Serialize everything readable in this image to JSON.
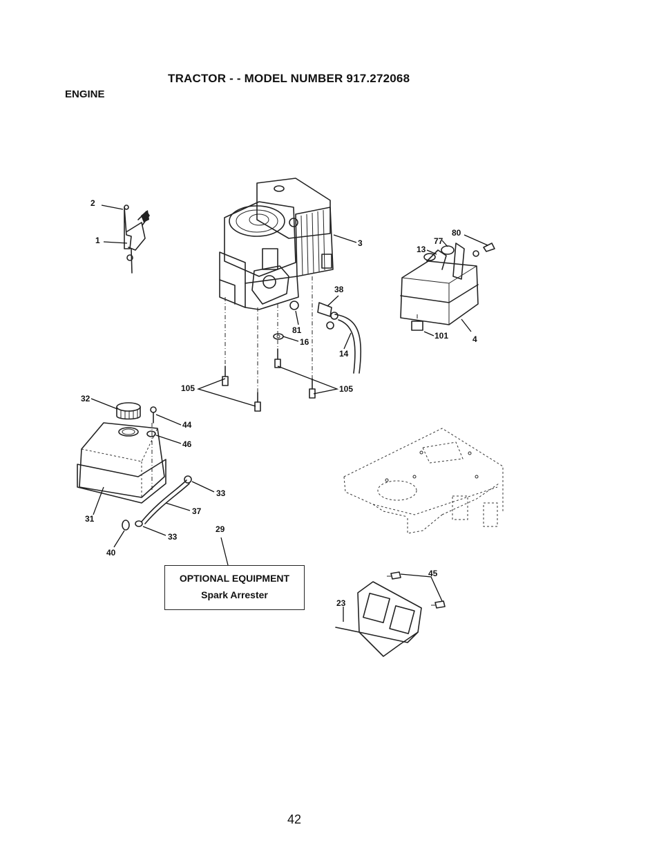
{
  "header": {
    "title": "TRACTOR - - MODEL NUMBER 917.272068",
    "section": "ENGINE"
  },
  "callouts": {
    "c1": "1",
    "c2": "2",
    "c3": "3",
    "c4": "4",
    "c13": "13",
    "c14": "14",
    "c16": "16",
    "c23": "23",
    "c29": "29",
    "c31": "31",
    "c32": "32",
    "c33a": "33",
    "c33b": "33",
    "c37": "37",
    "c38": "38",
    "c40": "40",
    "c44": "44",
    "c45": "45",
    "c46": "46",
    "c77": "77",
    "c80": "80",
    "c81": "81",
    "c101": "101",
    "c105a": "105",
    "c105b": "105"
  },
  "optional_box": {
    "heading": "OPTIONAL EQUIPMENT",
    "item": "Spark Arrester"
  },
  "footer": {
    "page_number": "42"
  }
}
